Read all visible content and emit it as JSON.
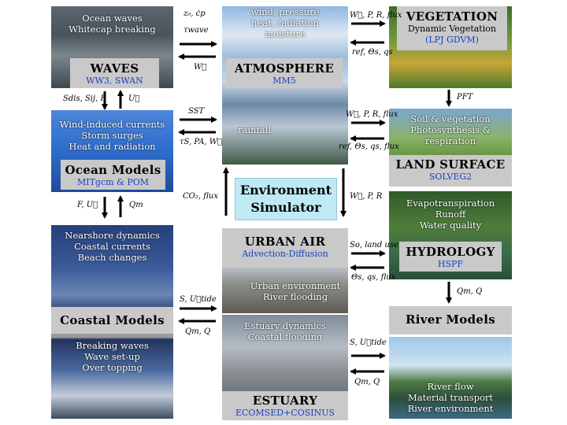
{
  "waves": {
    "title": "WAVES",
    "sub": "WW3, SWAN",
    "lines": [
      "Ocean waves",
      "Whitecap breaking"
    ]
  },
  "atmosphere": {
    "title": "ATMOSPHERE",
    "sub": "MM5",
    "lines": [
      "wind, pressure",
      "heat, radiation",
      "moisture"
    ],
    "rain": "rainfall"
  },
  "vegetation": {
    "title": "VEGETATION",
    "sub": "Dynamic Vegetation",
    "sub2": "(LPJ GDVM)"
  },
  "ocean": {
    "title": "Ocean Models",
    "sub": "MITgcm & POM",
    "lines": [
      "Wind-induced currents",
      "Storm surges",
      "Heat and radiation"
    ]
  },
  "land": {
    "title": "LAND SURFACE",
    "sub": "SOLVEG2",
    "lines": [
      "Soil & vegetation",
      "Photosynthesis &",
      "respiration"
    ]
  },
  "center": {
    "line1": "Environment",
    "line2": "Simulator"
  },
  "coastal": {
    "title": "Coastal Models",
    "lines_top": [
      "Nearshore dynamics",
      "Coastal currents",
      "Beach changes"
    ],
    "lines_bottom": [
      "Breaking waves",
      "Wave set-up",
      "Over topping"
    ]
  },
  "urban": {
    "title": "URBAN AIR",
    "sub": "Advection-Diffusion",
    "lines": [
      "Urban environment",
      "River flooding"
    ]
  },
  "hydrology": {
    "title": "HYDROLOGY",
    "sub": "HSPF",
    "lines": [
      "Evapotranspiration",
      "Runoff",
      "Water quality"
    ]
  },
  "estuary": {
    "title": "ESTUARY",
    "sub": "ECOMSED+COSINUS",
    "lines": [
      "Estuary dynamics",
      "Coastal flooding"
    ]
  },
  "river": {
    "title": "River Models",
    "lines": [
      "River flow",
      "Material transport",
      "River environment"
    ]
  },
  "annotations": {
    "z0": "z₀, ċp",
    "twave": "τwave",
    "w_wave": "W⃗",
    "w_veg": "W⃗, P, R, flux",
    "ref_veg": "ref, Θs, qs",
    "sdis": "Sdis, Sij, F",
    "ucur": "U⃗",
    "sst": "SST",
    "tau_s": "τS, PA, W⃗",
    "w_land": "W⃗, P, R, flux",
    "ref_land": "ref, Θs, qs, flux",
    "pft": "PFT",
    "co2": "CO₂, flux",
    "wpr": "W⃗, P, R",
    "fu": "F, U⃗",
    "qm": "Qm",
    "so": "So, land use",
    "theta": "Θs, qs, flux",
    "su_tide1": "S, U⃗tide",
    "qmq1": "Qm, Q",
    "qmq_hyd": "Qm, Q",
    "su_tide2": "S, U⃗tide",
    "qmq2": "Qm, Q"
  }
}
